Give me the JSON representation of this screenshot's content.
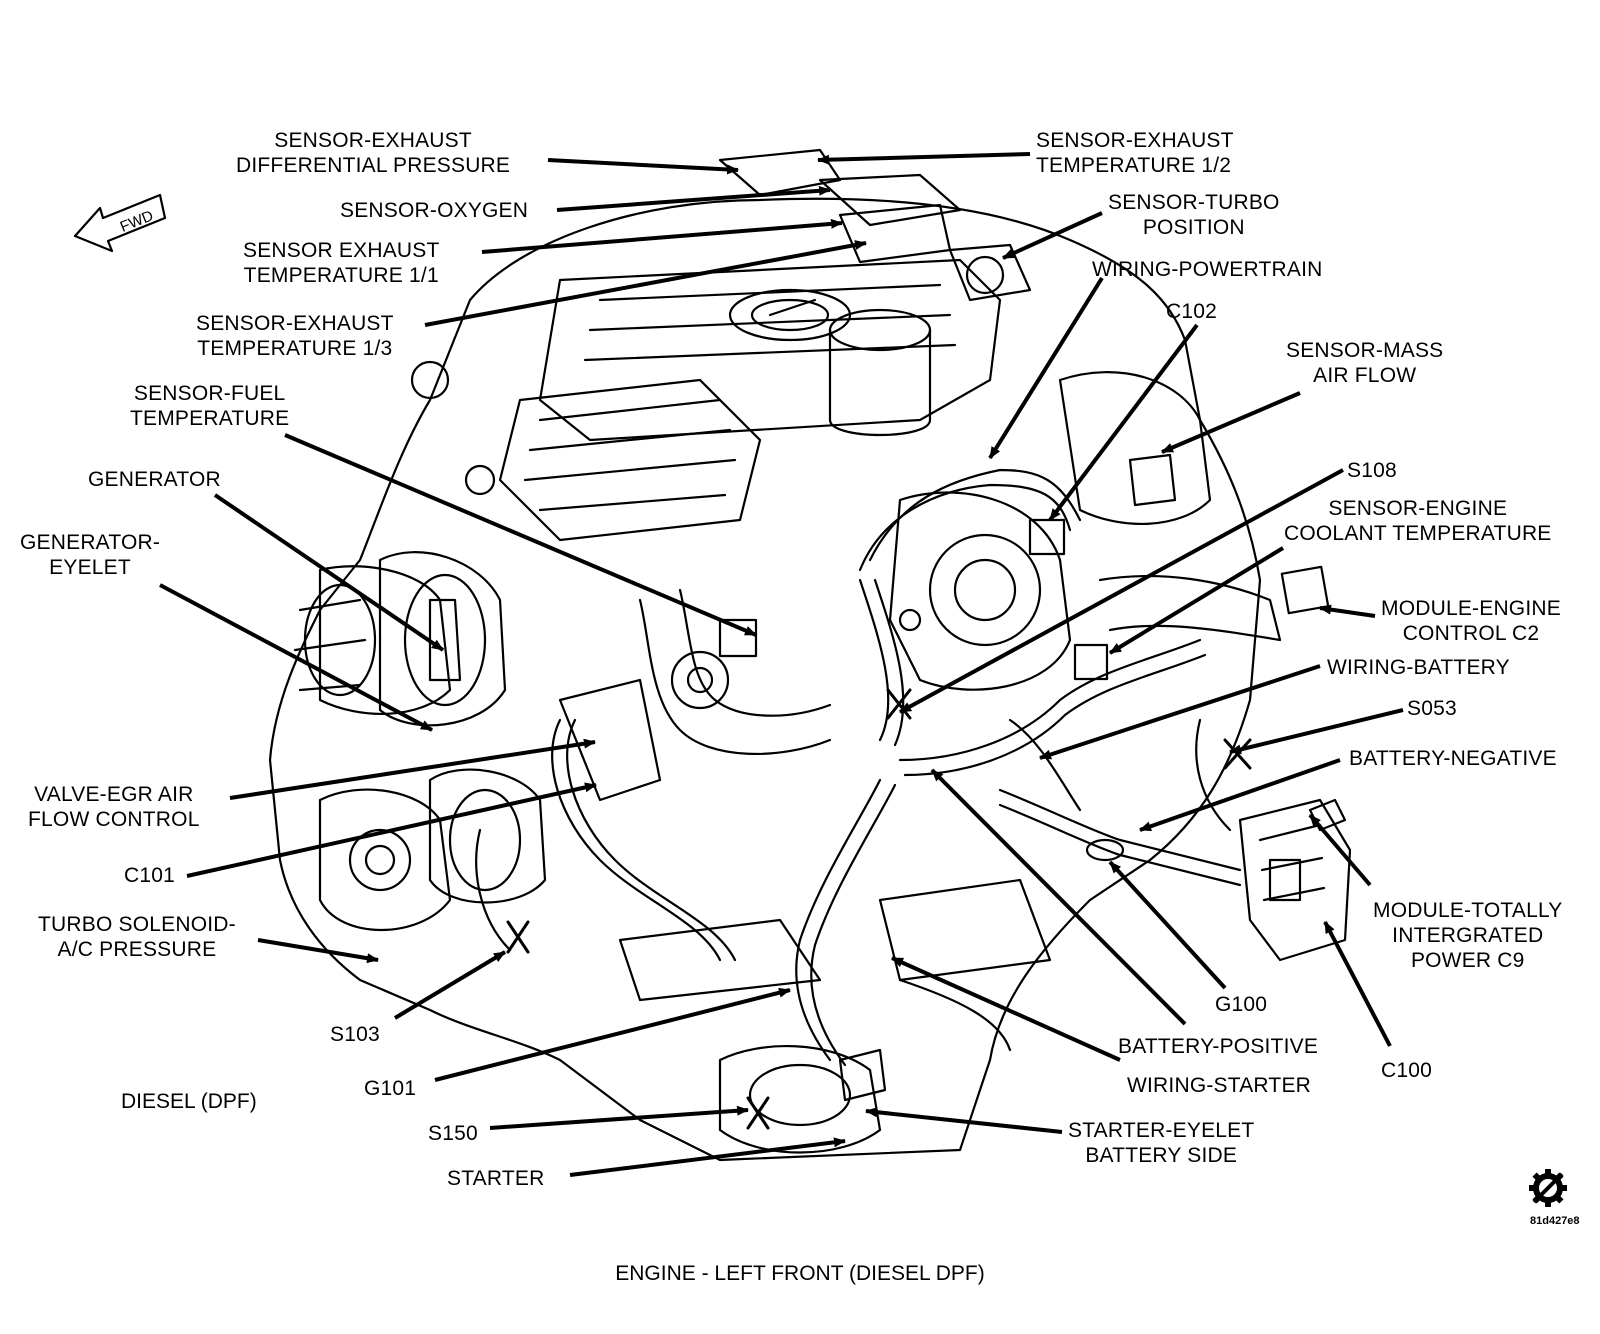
{
  "labels": [
    {
      "id": "sensor-exhaust-differential-pressure",
      "text": "SENSOR-EXHAUST\nDIFFERENTIAL PRESSURE"
    },
    {
      "id": "sensor-exhaust-temperature-1-2",
      "text": "SENSOR-EXHAUST\nTEMPERATURE 1/2"
    },
    {
      "id": "sensor-oxygen",
      "text": "SENSOR-OXYGEN"
    },
    {
      "id": "sensor-turbo-position",
      "text": "SENSOR-TURBO\nPOSITION"
    },
    {
      "id": "sensor-exhaust-temperature-1-1",
      "text": "SENSOR EXHAUST\nTEMPERATURE 1/1"
    },
    {
      "id": "wiring-powertrain",
      "text": "WIRING-POWERTRAIN"
    },
    {
      "id": "sensor-exhaust-temperature-1-3",
      "text": "SENSOR-EXHAUST\nTEMPERATURE 1/3"
    },
    {
      "id": "c102",
      "text": "C102"
    },
    {
      "id": "sensor-mass-air-flow",
      "text": "SENSOR-MASS\nAIR FLOW"
    },
    {
      "id": "sensor-fuel-temperature",
      "text": "SENSOR-FUEL\nTEMPERATURE"
    },
    {
      "id": "generator",
      "text": "GENERATOR"
    },
    {
      "id": "s108",
      "text": "S108"
    },
    {
      "id": "sensor-engine-coolant-temperature",
      "text": "SENSOR-ENGINE\nCOOLANT TEMPERATURE"
    },
    {
      "id": "generator-eyelet",
      "text": "GENERATOR-\nEYELET"
    },
    {
      "id": "module-engine-control-c2",
      "text": "MODULE-ENGINE\nCONTROL C2"
    },
    {
      "id": "wiring-battery",
      "text": "WIRING-BATTERY"
    },
    {
      "id": "s053",
      "text": "S053"
    },
    {
      "id": "battery-negative",
      "text": "BATTERY-NEGATIVE"
    },
    {
      "id": "valve-egr-air-flow-control",
      "text": "VALVE-EGR AIR\nFLOW CONTROL"
    },
    {
      "id": "c101",
      "text": "C101"
    },
    {
      "id": "module-totally-intergrated-power-c9",
      "text": "MODULE-TOTALLY\nINTERGRATED\nPOWER C9"
    },
    {
      "id": "turbo-solenoid-ac-pressure",
      "text": "TURBO SOLENOID-\nA/C PRESSURE"
    },
    {
      "id": "g100",
      "text": "G100"
    },
    {
      "id": "s103",
      "text": "S103"
    },
    {
      "id": "battery-positive",
      "text": "BATTERY-POSITIVE"
    },
    {
      "id": "c100",
      "text": "C100"
    },
    {
      "id": "wiring-starter",
      "text": "WIRING-STARTER"
    },
    {
      "id": "g101",
      "text": "G101"
    },
    {
      "id": "s150",
      "text": "S150"
    },
    {
      "id": "starter-eyelet-battery-side",
      "text": "STARTER-EYELET\nBATTERY SIDE"
    },
    {
      "id": "starter",
      "text": "STARTER"
    }
  ],
  "fwd_label": "FWD",
  "variant_label": "DIESEL (DPF)",
  "caption": "ENGINE - LEFT FRONT (DIESEL DPF)",
  "figure_code": "81d427e8",
  "icons": [
    "fwd-arrow-icon",
    "gear-logo-icon"
  ]
}
